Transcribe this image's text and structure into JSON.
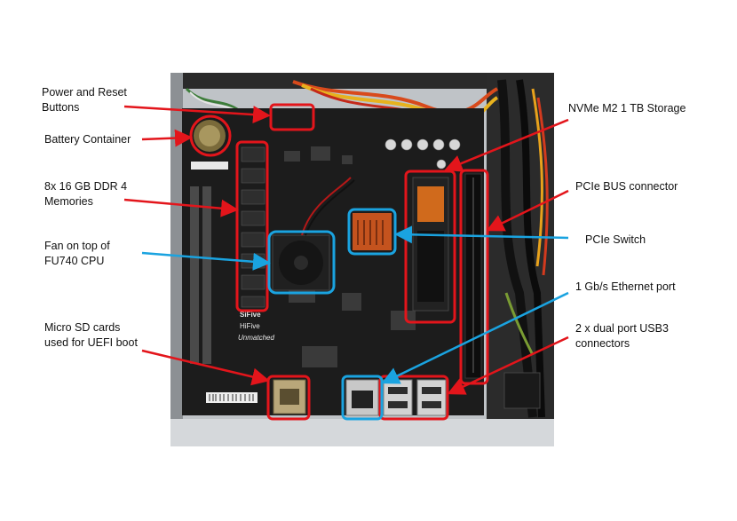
{
  "labels": {
    "power_reset": "Power and Reset\nButtons",
    "battery": "Battery Container",
    "memories": "8x 16 GB DDR 4\nMemories",
    "fan": "Fan on top of\nFU740 CPU",
    "microsd": "Micro SD cards\nused for UEFI boot",
    "nvme": "NVMe M2 1 TB Storage",
    "pcie_bus": "PCIe BUS connector",
    "pcie_switch": "PCIe Switch",
    "ethernet": "1 Gb/s Ethernet port",
    "usb": "2 x dual port USB3\nconnectors"
  },
  "board_text": {
    "sifive": "SiFive",
    "hifive": "HiFive",
    "unmatched": "Unmatched"
  },
  "colors": {
    "highlight_red": "#e3151b",
    "highlight_blue": "#1aa3e0",
    "pcb": "#1c1c1c",
    "chassis": "#c9ccd0"
  }
}
